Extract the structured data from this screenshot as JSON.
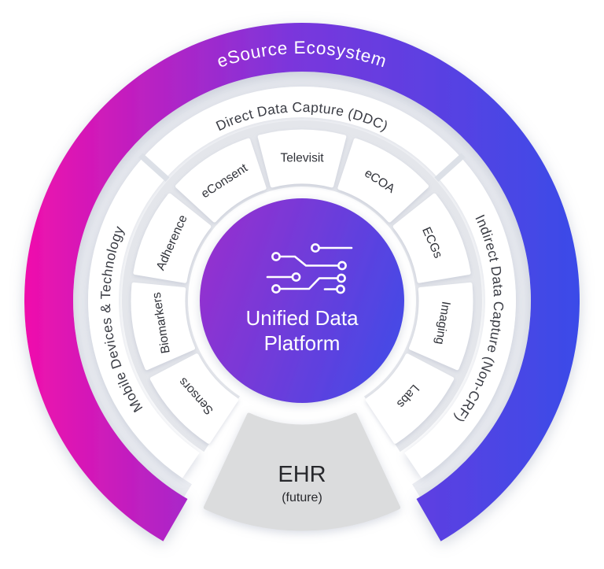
{
  "diagram": {
    "ecosystem_label": "eSource Ecosystem",
    "sections": {
      "top": "Direct Data Capture (DDC)",
      "left": "Mobile Devices & Technology",
      "right": "Indirect Data Capture (Non-CRF)"
    },
    "segments": [
      {
        "label": "eConsent"
      },
      {
        "label": "Televisit"
      },
      {
        "label": "eCOA"
      },
      {
        "label": "ECGs"
      },
      {
        "label": "Imaging"
      },
      {
        "label": "Labs"
      },
      {
        "label": "Sensors"
      },
      {
        "label": "Biomarkers"
      },
      {
        "label": "Adherence"
      }
    ],
    "center": {
      "line1": "Unified Data",
      "line2": "Platform",
      "icon": "circuit-icon"
    },
    "ehr": {
      "label": "EHR",
      "sublabel": "(future)"
    }
  },
  "colors": {
    "gradient_pink": "#F00FAC",
    "gradient_purple": "#7B36DC",
    "gradient_blue": "#3A4BE8",
    "center_purple": "#9530CF",
    "center_indigo": "#4549E6",
    "ring_gray": "#E4E6EB",
    "gap_gray": "#EAECF1",
    "wedge_gray": "#DBDCDD",
    "divider_gray": "#DCE0E7",
    "segment_white": "#FFFFFF",
    "text_dark": "#3A3C44",
    "text_white": "#FFFFFF"
  }
}
